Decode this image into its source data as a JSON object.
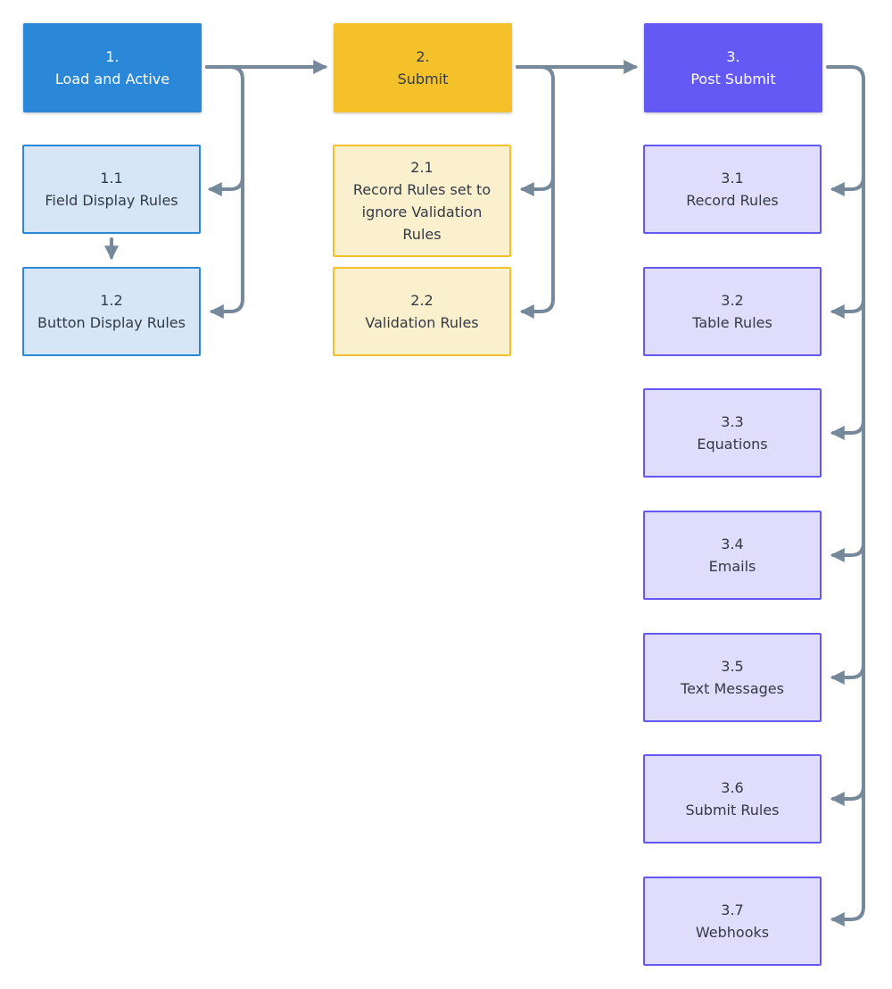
{
  "colors": {
    "blue": "#2b88d8",
    "blue_light": "#d6e6f6",
    "yellow": "#f5c12b",
    "yellow_light": "#fbf0cd",
    "purple": "#6459f5",
    "purple_light": "#e0dcfb",
    "connector": "#76899b"
  },
  "columns": [
    {
      "header": {
        "num": "1.",
        "label": "Load and Active"
      },
      "children": [
        {
          "num": "1.1",
          "lines": [
            "Field Display Rules"
          ]
        },
        {
          "num": "1.2",
          "lines": [
            "Button Display Rules"
          ]
        }
      ]
    },
    {
      "header": {
        "num": "2.",
        "label": "Submit"
      },
      "children": [
        {
          "num": "2.1",
          "lines": [
            "Record Rules set to",
            "ignore Validation",
            "Rules"
          ]
        },
        {
          "num": "2.2",
          "lines": [
            "Validation Rules"
          ]
        }
      ]
    },
    {
      "header": {
        "num": "3.",
        "label": "Post Submit"
      },
      "children": [
        {
          "num": "3.1",
          "lines": [
            "Record Rules"
          ]
        },
        {
          "num": "3.2",
          "lines": [
            "Table Rules"
          ]
        },
        {
          "num": "3.3",
          "lines": [
            "Equations"
          ]
        },
        {
          "num": "3.4",
          "lines": [
            "Emails"
          ]
        },
        {
          "num": "3.5",
          "lines": [
            "Text Messages"
          ]
        },
        {
          "num": "3.6",
          "lines": [
            "Submit Rules"
          ]
        },
        {
          "num": "3.7",
          "lines": [
            "Webhooks"
          ]
        }
      ]
    }
  ]
}
